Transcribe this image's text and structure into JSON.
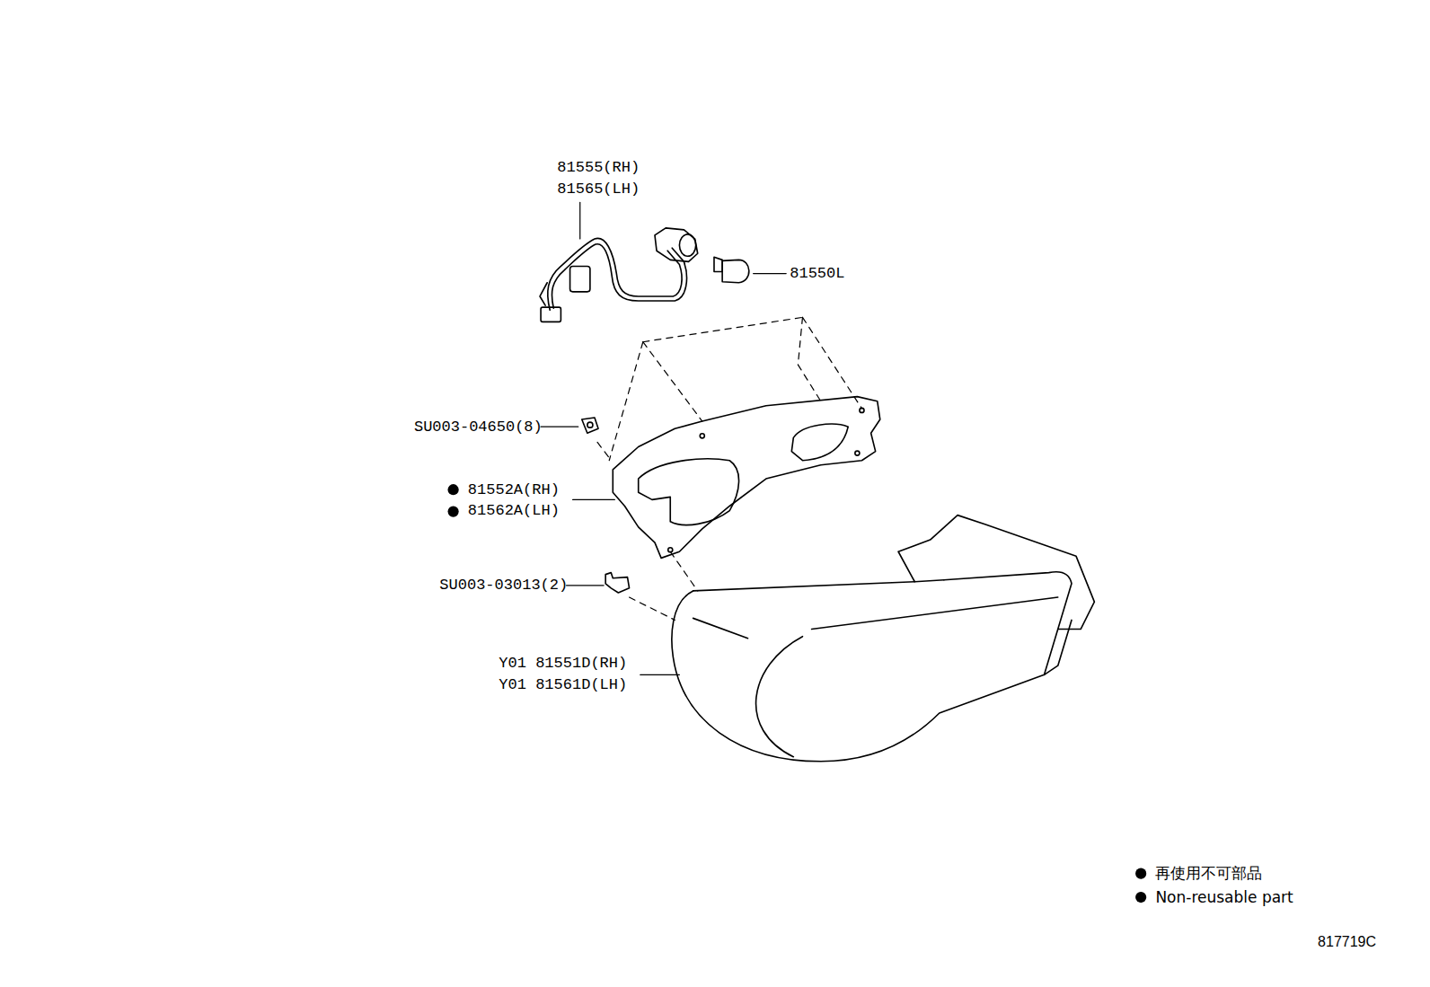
{
  "diagram": {
    "labels": [
      "81555(RH)",
      "81565(LH)",
      "81550L",
      "SU003-04650(8)",
      "81552A(RH)",
      "81562A(LH)",
      "SU003-03013(2)",
      "Y01 81551D(RH)",
      "Y01 81561D(LH)",
      "817719C"
    ],
    "legend": [
      {
        "text": "再使用不可部品"
      },
      {
        "text": "Non-reusable part"
      }
    ]
  }
}
